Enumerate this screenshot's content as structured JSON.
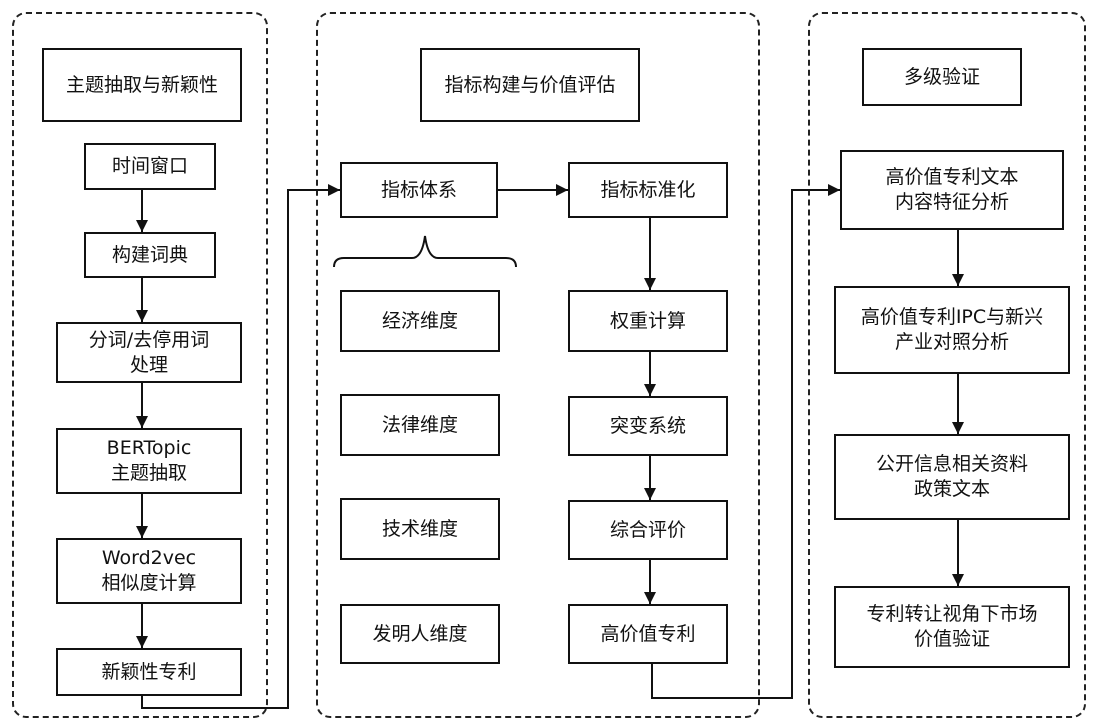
{
  "left": {
    "title": "主题抽取与新颖性",
    "steps": [
      "时间窗口",
      "构建词典",
      "分词/去停用词\n处理",
      "BERTopic\n主题抽取",
      "Word2vec\n相似度计算",
      "新颖性专利"
    ]
  },
  "middle": {
    "title": "指标构建与价值评估",
    "index_system": "指标体系",
    "dimensions": [
      "经济维度",
      "法律维度",
      "技术维度",
      "发明人维度"
    ],
    "steps": [
      "指标标准化",
      "权重计算",
      "突变系统",
      "综合评价",
      "高价值专利"
    ]
  },
  "right": {
    "title": "多级验证",
    "steps": [
      "高价值专利文本\n内容特征分析",
      "高价值专利IPC与新兴\n产业对照分析",
      "公开信息相关资料\n政策文本",
      "专利转让视角下市场\n价值验证"
    ]
  }
}
